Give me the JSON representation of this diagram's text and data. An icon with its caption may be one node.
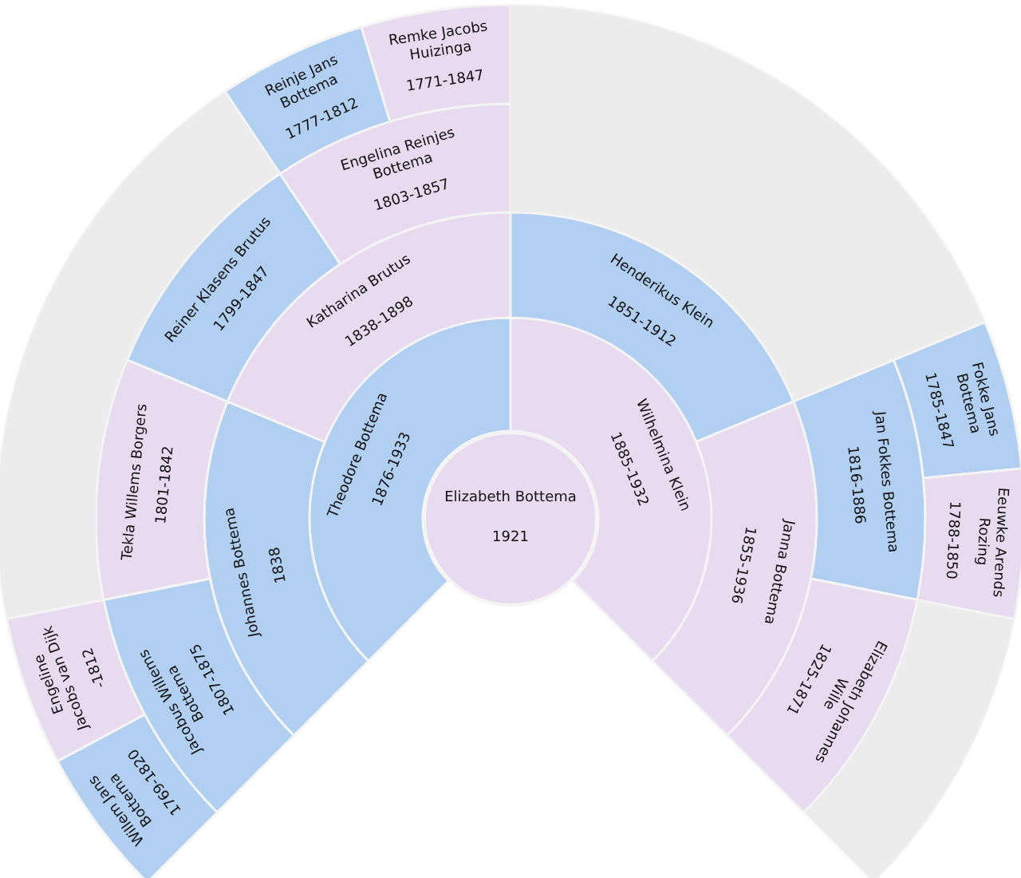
{
  "diagram": {
    "nodes": [
      {
        "text": [
          "Elizabeth Bottema",
          "1921"
        ]
      },
      {
        "text": [
          "Theodore Bottema",
          "1876-1933"
        ]
      },
      {
        "text": [
          "Wilhelmina Klein",
          "1885-1932"
        ]
      },
      {
        "text": [
          "Johannes Bottema",
          "1838"
        ]
      },
      {
        "text": [
          "Katharina Brutus",
          "1838-1898"
        ]
      },
      {
        "text": [
          "Henderikus Klein",
          "1851-1912"
        ]
      },
      {
        "text": [
          "Janna Bottema",
          "1855-1936"
        ]
      },
      {
        "text": [
          "Jacobus Willems Bottema",
          "1807-1875"
        ]
      },
      {
        "text": [
          "Tekla Willems Borgers",
          "1801-1842"
        ]
      },
      {
        "text": [
          "Reiner Klasens Brutus",
          "1799-1847"
        ]
      },
      {
        "text": [
          "Engelina Reinjes Bottema",
          "1803-1857"
        ]
      },
      {
        "text": [
          "Jan Fokkes Bottema",
          "1816-1886"
        ]
      },
      {
        "text": [
          "Elizabeth Johannes Wille",
          "1825-1871"
        ]
      },
      {
        "text": [
          "Willem Jans Bottema",
          "1769-1820"
        ]
      },
      {
        "text": [
          "Engeline Jacobs van Dijk",
          "-1812"
        ]
      },
      {
        "text": [
          "Reinje Jans Bottema",
          "1777-1812"
        ]
      },
      {
        "text": [
          "Remke Jacobs Huizinga",
          "1771-1847"
        ]
      },
      {
        "text": [
          "Fokke Jans Bottema",
          "1785-1847"
        ]
      },
      {
        "text": [
          "Eeuwke Arends Rozing",
          "1788-1850"
        ]
      }
    ]
  }
}
